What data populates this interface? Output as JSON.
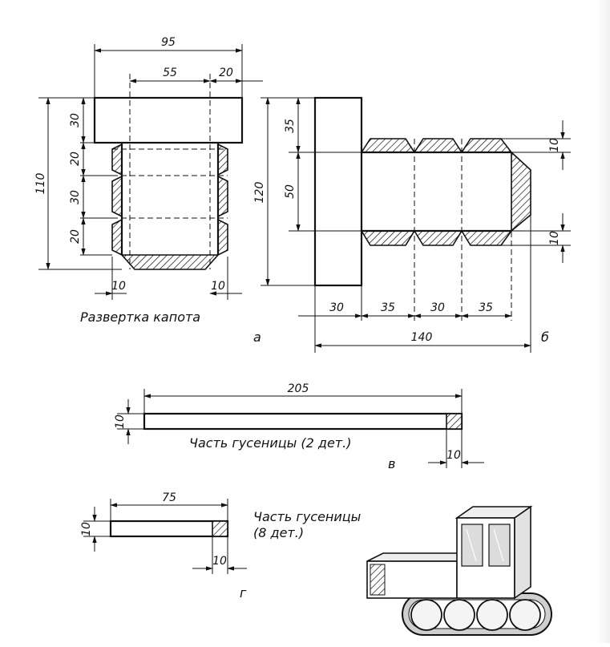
{
  "part_a": {
    "dims": {
      "w95": "95",
      "w55": "55",
      "w20": "20",
      "h110": "110",
      "h30a": "30",
      "h20a": "20",
      "h30b": "30",
      "h20b": "20",
      "b10l": "10",
      "b10r": "10"
    },
    "caption": "Развертка капота",
    "letter": "а"
  },
  "part_b": {
    "dims": {
      "h120": "120",
      "h35": "35",
      "h50": "50",
      "r10a": "10",
      "r10b": "10",
      "w30a": "30",
      "w35a": "35",
      "w30b": "30",
      "w35b": "35",
      "w140": "140"
    },
    "letter": "б"
  },
  "part_v": {
    "dims": {
      "w205": "205",
      "h10": "10",
      "w10": "10"
    },
    "caption": "Часть гусеницы (2 дет.)",
    "letter": "в"
  },
  "part_g": {
    "dims": {
      "w75": "75",
      "h10": "10",
      "w10": "10"
    },
    "caption_line1": "Часть гусеницы",
    "caption_line2": "(8 дет.)",
    "letter": "г"
  }
}
